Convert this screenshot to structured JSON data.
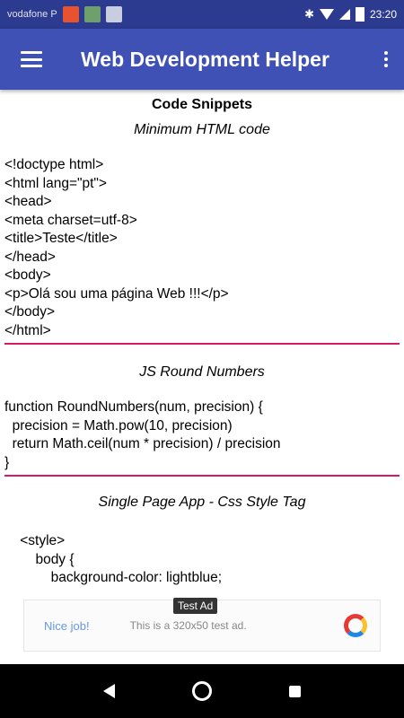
{
  "status_bar": {
    "carrier": "vodafone P",
    "time": "23:20",
    "icons": [
      "notification-orange-icon",
      "notification-app-icon",
      "notification-image-icon",
      "bluetooth-icon",
      "wifi-icon",
      "signal-icon",
      "battery-icon"
    ]
  },
  "app_bar": {
    "title": "Web Development Helper",
    "menu_icon": "hamburger-menu-icon",
    "overflow_icon": "overflow-menu-icon",
    "color": "#3f51b5"
  },
  "content": {
    "heading": "Code Snippets",
    "divider_color": "#d81b60",
    "snippets": [
      {
        "title": "Minimum HTML code",
        "code": "<!doctype html>\n<html lang=\"pt\">\n<head>\n<meta charset=utf-8>\n<title>Teste</title>\n</head>\n<body>\n<p>Olá sou uma página Web !!!</p>\n</body>\n</html>"
      },
      {
        "title": "JS Round Numbers",
        "code": "function RoundNumbers(num, precision) {\n  precision = Math.pow(10, precision)\n  return Math.ceil(num * precision) / precision\n}"
      },
      {
        "title": "Single Page App - Css Style Tag",
        "code": "    <style>\n        body {\n            background-color: lightblue;"
      }
    ]
  },
  "ad": {
    "label": "Test Ad",
    "cta": "Nice job!",
    "text": "This is a 320x50 test ad."
  },
  "nav_bar": {
    "icons": [
      "back-icon",
      "home-icon",
      "recents-icon"
    ]
  }
}
